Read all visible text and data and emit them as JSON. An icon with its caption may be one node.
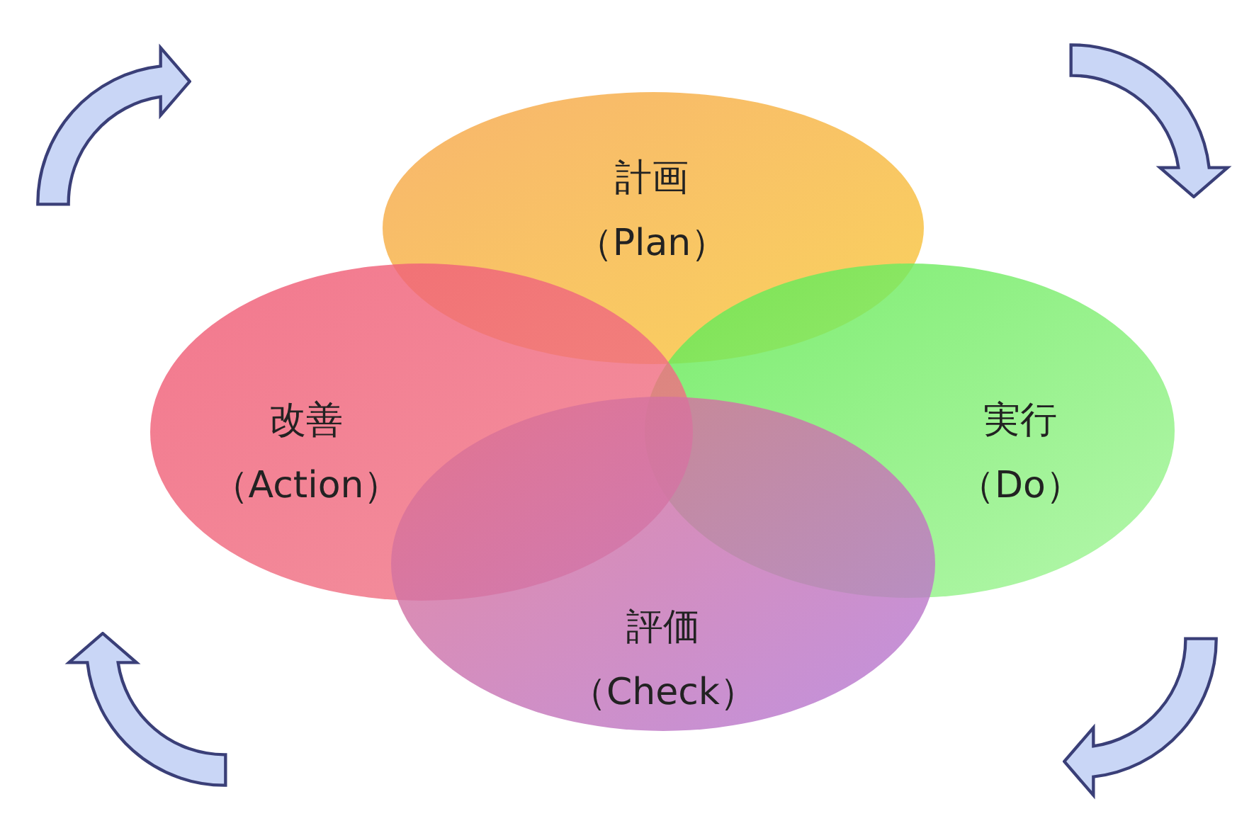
{
  "diagram": {
    "nodes": [
      {
        "text": [
          "計画",
          "（Plan）"
        ]
      },
      {
        "text": [
          "実行",
          "（Do）"
        ]
      },
      {
        "text": [
          "改善",
          "（Action）"
        ]
      },
      {
        "text": [
          "評価",
          "（Check）"
        ]
      }
    ]
  }
}
